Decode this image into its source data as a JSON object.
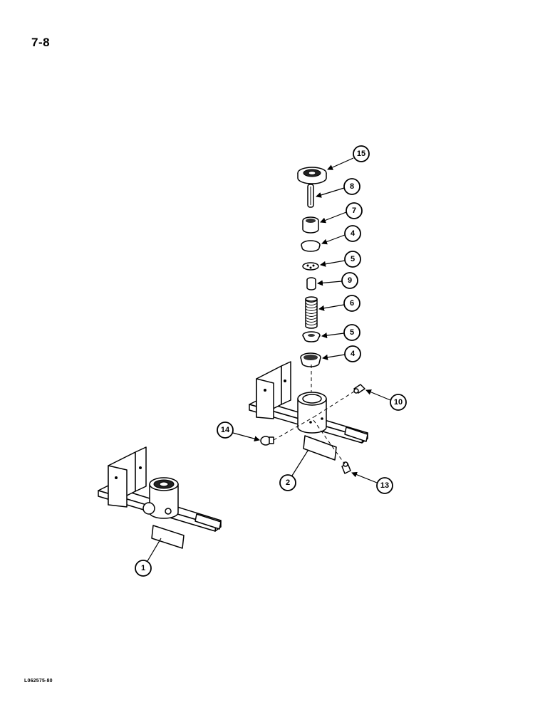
{
  "page": {
    "number": "7-8",
    "figure_code": "L062575-80"
  },
  "callouts": [
    {
      "id": "c15",
      "label": "15"
    },
    {
      "id": "c8",
      "label": "8"
    },
    {
      "id": "c7",
      "label": "7"
    },
    {
      "id": "c4a",
      "label": "4"
    },
    {
      "id": "c5a",
      "label": "5"
    },
    {
      "id": "c9",
      "label": "9"
    },
    {
      "id": "c6",
      "label": "6"
    },
    {
      "id": "c5b",
      "label": "5"
    },
    {
      "id": "c4b",
      "label": "4"
    },
    {
      "id": "c10",
      "label": "10"
    },
    {
      "id": "c14",
      "label": "14"
    },
    {
      "id": "c2",
      "label": "2"
    },
    {
      "id": "c13",
      "label": "13"
    },
    {
      "id": "c1",
      "label": "1"
    }
  ],
  "icons": [
    "arrow-leader-icon"
  ]
}
